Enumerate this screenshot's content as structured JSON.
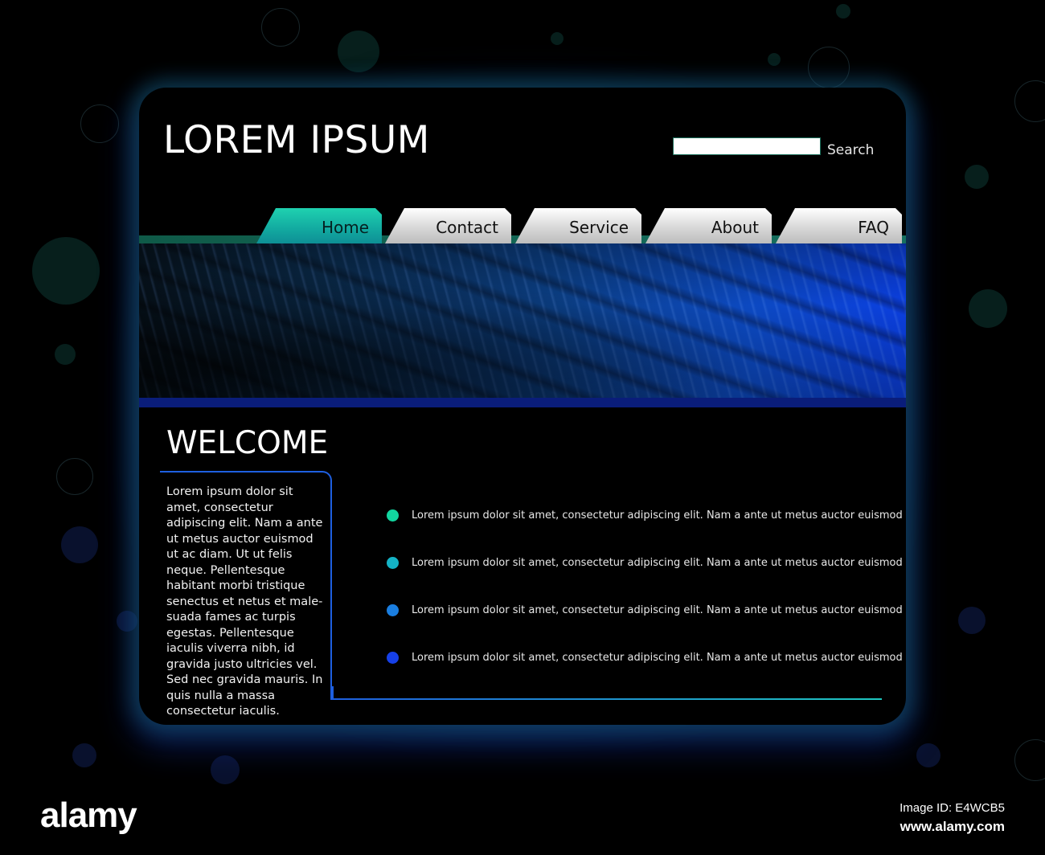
{
  "header": {
    "logo": "LOREM IPSUM",
    "search_label": "Search",
    "search_value": ""
  },
  "nav": {
    "tabs": [
      "Home",
      "Contact",
      "Service",
      "About",
      "FAQ"
    ],
    "active": "Home"
  },
  "main": {
    "welcome_title": "WELCOME",
    "intro_text": "Lorem ipsum dolor sit amet, consectetur adipiscing elit. Nam a ante ut metus auctor euismod ut ac diam. Ut ut felis neque. Pellentesque habitant morbi tristique senectus et netus et male-suada fames ac turpis egestas. Pellentesque iaculis viverra nibh, id gravida justo ultricies vel. Sed nec gravida mauris. In quis nulla a massa consectetur iaculis.",
    "bullets": [
      {
        "text": "Lorem ipsum dolor sit amet, consectetur adipiscing elit. Nam a ante ut metus auctor euismod",
        "color": "#12d6a0"
      },
      {
        "text": "Lorem ipsum dolor sit amet, consectetur adipiscing elit. Nam a ante ut metus auctor euismod",
        "color": "#14b3c6"
      },
      {
        "text": "Lorem ipsum dolor sit amet, consectetur adipiscing elit. Nam a ante ut metus auctor euismod",
        "color": "#1a7ee0"
      },
      {
        "text": "Lorem ipsum dolor sit amet, consectetur adipiscing elit. Nam a ante ut metus auctor euismod",
        "color": "#1640e8"
      }
    ]
  },
  "footer": {
    "logo": "alamy",
    "image_id": "Image ID: E4WCB5",
    "url": "www.alamy.com"
  },
  "colors": {
    "accent_teal": "#12a9a0",
    "accent_blue": "#1e5fe0",
    "background": "#000000"
  }
}
